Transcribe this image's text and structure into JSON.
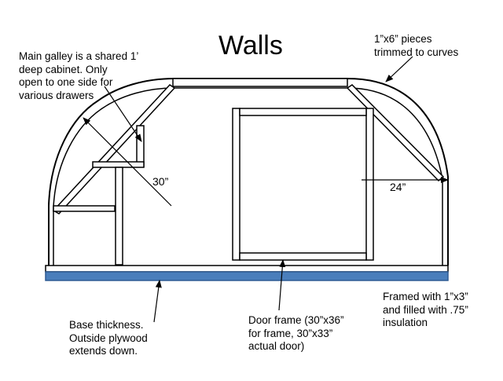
{
  "title": "Walls",
  "notes": {
    "galley": "Main galley is a shared 1’\ndeep cabinet.  Only\nopen to one side for\nvarious drawers",
    "trim": "1”x6” pieces\ntrimmed to curves",
    "base": "Base thickness.\nOutside plywood\nextends down.",
    "door": "Door frame (30”x36”\nfor frame, 30”x33”\nactual door)",
    "framed": "Framed with 1”x3”\nand filled with .75”\ninsulation"
  },
  "dimensions": {
    "diagonal": "30”",
    "horizontal": "24”"
  },
  "colors": {
    "outline": "#000000",
    "frame_fill": "#ffffff",
    "base_board": "#4a7ebb",
    "base_board_edge": "#2f5c93"
  }
}
